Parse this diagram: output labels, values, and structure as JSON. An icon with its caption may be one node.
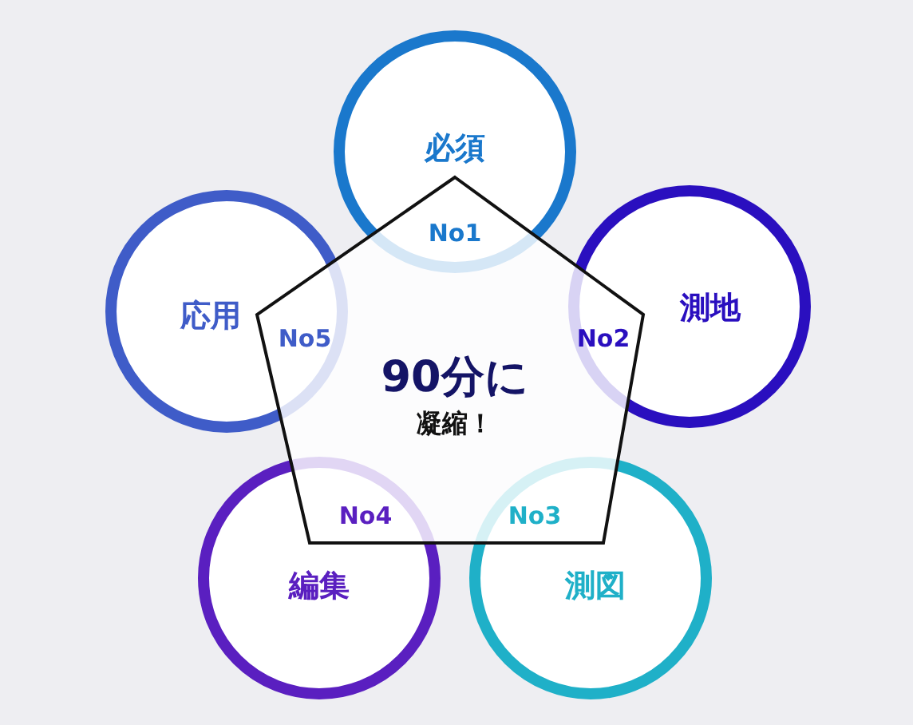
{
  "diagram": {
    "nodes": [
      {
        "text": [
          "90分に",
          "凝縮！"
        ]
      },
      {
        "text": [
          "必須"
        ]
      },
      {
        "text": [
          "測地"
        ]
      },
      {
        "text": [
          "測図"
        ]
      },
      {
        "text": [
          "編集"
        ]
      },
      {
        "text": [
          "応用"
        ]
      }
    ],
    "labels": [
      "No1",
      "No2",
      "No3",
      "No4",
      "No5"
    ]
  }
}
